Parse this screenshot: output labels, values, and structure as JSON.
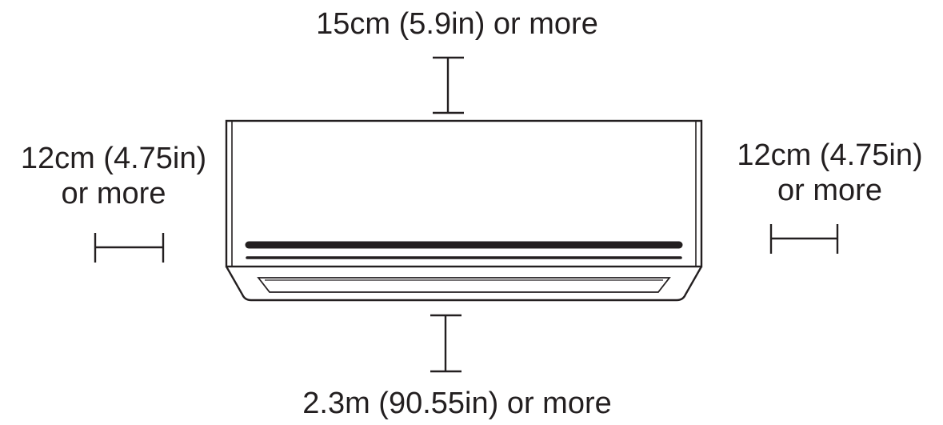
{
  "clearances": {
    "top": {
      "text": "15cm (5.9in) or more"
    },
    "bottom": {
      "text": "2.3m (90.55in) or more"
    },
    "left": {
      "line1": "12cm (4.75in)",
      "line2": "or more"
    },
    "right": {
      "line1": "12cm (4.75in)",
      "line2": "or more"
    }
  },
  "colors": {
    "ink": "#231f20",
    "background": "#ffffff"
  }
}
